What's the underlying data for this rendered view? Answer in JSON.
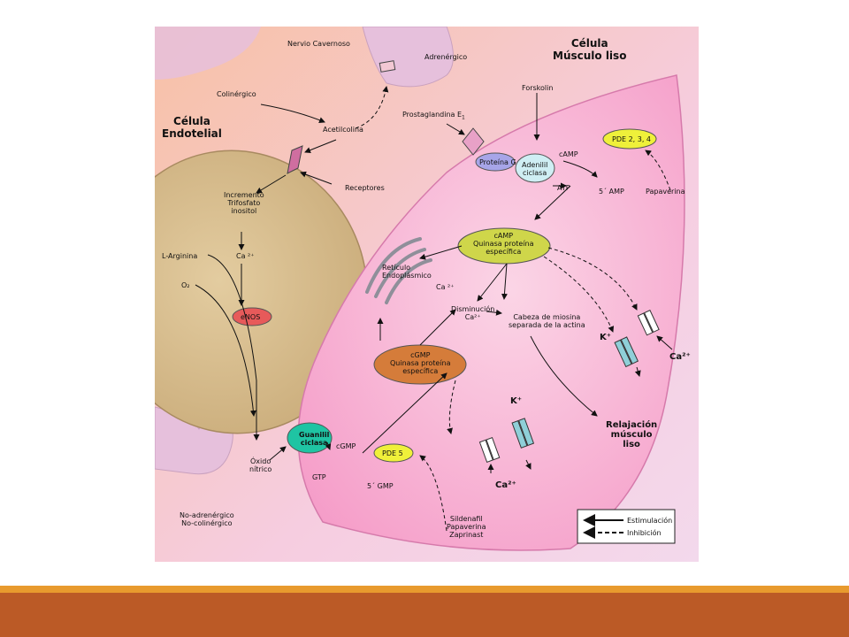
{
  "diagram": {
    "cells": {
      "smooth_muscle": "Célula\nMúsculo liso",
      "endothelial": "Célula\nEndotelial"
    },
    "labels": {
      "nervio": "Nervio Cavernoso",
      "adrenergico": "Adrenérgico",
      "colinergico": "Colinérgico",
      "acetilcolina": "Acetilcolina",
      "forskolin": "Forskolin",
      "prostaglandina": "Prostaglandina E",
      "prostaglandina_sub": "1",
      "proteina_g": "Proteína G",
      "adenilil": "Adenilil\nciclasa",
      "camp": "cAMP",
      "atp": "ATP",
      "amp5": "5´ AMP",
      "pde234": "PDE 2, 3, 4",
      "papaverina": "Papaverina",
      "receptores": "Receptores",
      "incremento": "Incremento\nTrifosfato\ninositol",
      "ca2_endo": "Ca ²⁺",
      "l_arginina": "L-Arginina",
      "o2": "O₂",
      "enos": "eNOS",
      "camp_kinase": "cAMP\nQuinasa proteína\nespecífica",
      "reticulo": "Retículo\nEndoplásmico",
      "ca2_ret": "Ca ²⁺",
      "disminucion": "Disminución\nCa²⁺",
      "cabeza": "Cabeza de miosina\nseparada de la actina",
      "k_plus_1": "K⁺",
      "ca2_1": "Ca²⁺",
      "cgmp_kinase": "cGMP\nQuinasa proteína\nespecífica",
      "relajacion": "Relajación\nmúsculo\nliso",
      "k_plus_2": "K⁺",
      "ca2_2": "Ca²⁺",
      "guanilil": "Guanilil\nciclasa",
      "cgmp": "cGMP",
      "gtp": "GTP",
      "pde5": "PDE 5",
      "gmp5": "5´ GMP",
      "oxido": "Óxido\nnítrico",
      "no_adrenergico": "No-adrenérgico\nNo-colinérgico",
      "sildenafil": "Sildenafil\nPapaverina\nZaprinast"
    },
    "legend": {
      "stimulation": "Estimulación",
      "inhibition": "Inhibición"
    },
    "colors": {
      "background_top": "#f7c6ae",
      "background_right": "#f4d6ec",
      "smooth_cell": "#f59fca",
      "endothelial_cell": "#dcc190",
      "nerve": "#e8c2de",
      "camp_kinase": "#cfd64a",
      "cgmp_kinase": "#d57c3a",
      "pde": "#eff03a",
      "guanilil": "#1fc4a3",
      "proteina_g": "#a7a5e8",
      "adenilil": "#cfeef4",
      "enos": "#e75a5a",
      "band_top": "#e89a2e",
      "band_bottom": "#bb5a26"
    }
  }
}
